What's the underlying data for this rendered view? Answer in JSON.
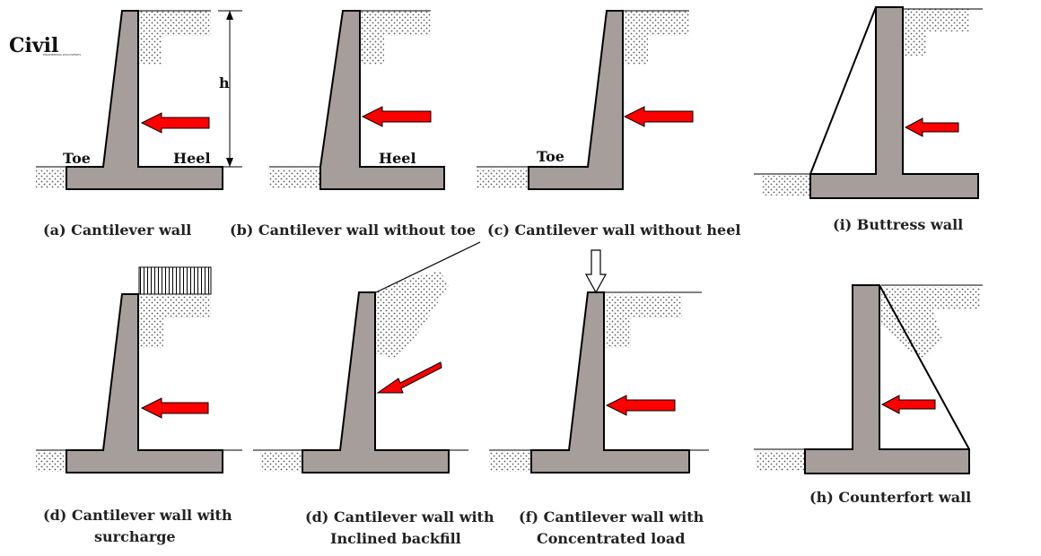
{
  "logo": {
    "text": "Civil",
    "subtext": "ENGINEERING DISCOVERIES",
    "accent": "#c8102e"
  },
  "labels": {
    "toe": "Toe",
    "heel": "Heel",
    "height": "h"
  },
  "captions": {
    "a": "(a) Cantilever wall",
    "b": "(b) Cantilever wall without toe",
    "c": "(c) Cantilever wall without heel",
    "i": "(i) Buttress wall",
    "d1_line1": "(d) Cantilever wall with",
    "d1_line2": "surcharge",
    "d2_line1": "(d) Cantilever wall with",
    "d2_line2": "Inclined backfill",
    "f_line1": "(f) Cantilever wall with",
    "f_line2": "Concentrated load",
    "h": "(h) Counterfort wall"
  },
  "colors": {
    "wall": "#a69e9b",
    "arrow": "#ff0000",
    "outline": "#000000"
  }
}
